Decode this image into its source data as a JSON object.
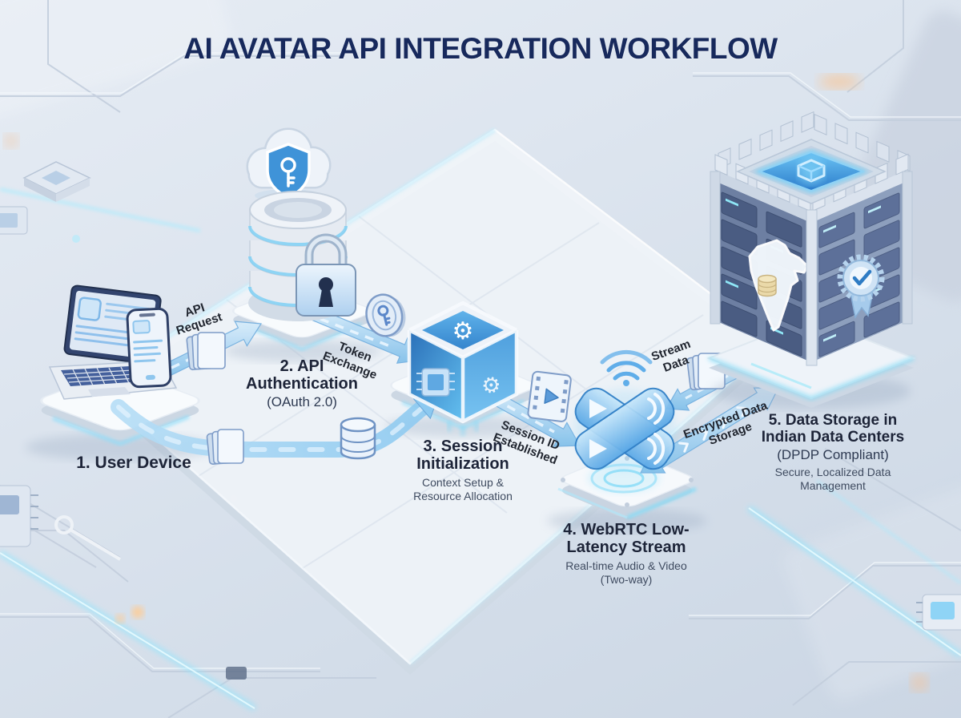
{
  "title": "AI AVATAR API INTEGRATION WORKFLOW",
  "steps": [
    {
      "label": "1. User Device",
      "icon": "laptop-and-smartphone"
    },
    {
      "label": "2. API Authentication",
      "note": "(OAuth 2.0)",
      "icon": "secure-cloud-and-database-lock"
    },
    {
      "label": "3. Session Initialization",
      "subtitle": "Context Setup & Resource Allocation",
      "icon": "processing-cube"
    },
    {
      "label": "4. WebRTC Low-Latency Stream",
      "subtitle": "Real-time Audio & Video (Two-way)",
      "icon": "webrtc-cross-stream"
    },
    {
      "label": "5. Data Storage in Indian Data Centers",
      "note": "(DPDP Compliant)",
      "subtitle": "Secure, Localized Data Management",
      "icon": "fortress-data-center-india"
    }
  ],
  "connections": [
    {
      "label": "API Request",
      "from": "1. User Device",
      "to": "2. API Authentication",
      "bidirectional": false
    },
    {
      "label": "Token Exchange",
      "from": "2. API Authentication",
      "to": "3. Session Initialization",
      "bidirectional": false
    },
    {
      "label": "Session ID Established",
      "from": "3. Session Initialization",
      "to": "4. WebRTC Low-Latency Stream",
      "bidirectional": false
    },
    {
      "label": "Stream Data",
      "from": "4. WebRTC Low-Latency Stream",
      "to": "5. Data Storage in Indian Data Centers",
      "bidirectional": true
    },
    {
      "label": "Encrypted Data Storage",
      "from": "4. WebRTC Low-Latency Stream",
      "to": "5. Data Storage in Indian Data Centers",
      "bidirectional": true
    }
  ],
  "colors": {
    "title": "#17295c",
    "step_label": "#1d2438",
    "step_note": "#2e3a52",
    "step_subtitle": "#3f4b60",
    "connector_label": "#20252f",
    "arrow_fill": "#8ec6ee",
    "glow_cyan": "#7fd9f7",
    "background": "#d5dfeb"
  }
}
